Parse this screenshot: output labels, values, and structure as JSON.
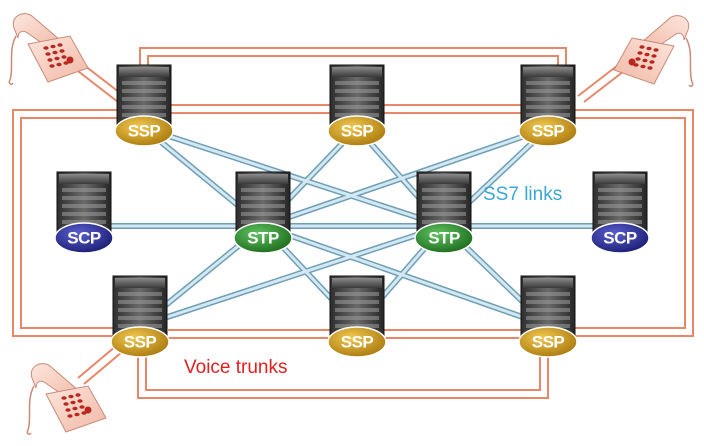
{
  "labels": {
    "ssp": "SSP",
    "stp": "STP",
    "scp": "SCP",
    "ss7_links": "SS7 links",
    "voice_trunks": "Voice trunks"
  },
  "colors": {
    "ssp_oval": "#c99a1e",
    "stp_oval": "#2e8b2e",
    "scp_oval": "#2b2e9c",
    "ss7_link": "#9fc6d8",
    "voice_trunk": "#e8866a",
    "ss7_caption": "#3aa7d6",
    "voice_caption": "#e02020"
  },
  "icons": {
    "switch": "network-switch-icon",
    "phone": "telephone-icon"
  }
}
